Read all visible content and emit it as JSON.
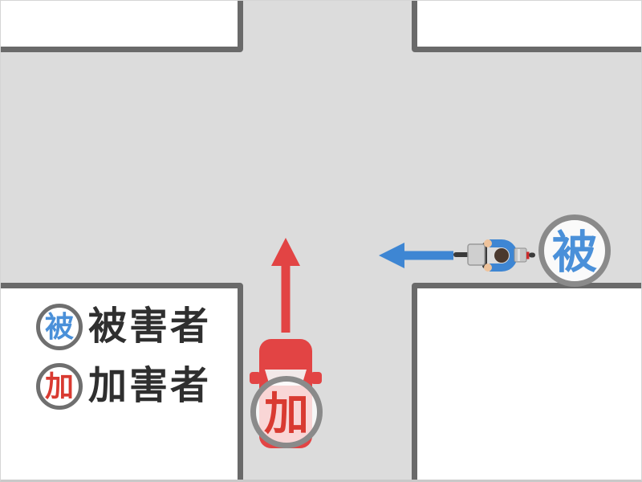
{
  "scene": {
    "victim_badge": "被",
    "perpetrator_badge": "加",
    "victim_vehicle": "bicycle",
    "perpetrator_vehicle": "car",
    "victim_direction": "left",
    "perpetrator_direction": "up"
  },
  "legend": {
    "items": [
      {
        "symbol": "被",
        "label": "被害者",
        "color_name": "blue"
      },
      {
        "symbol": "加",
        "label": "加害者",
        "color_name": "red"
      }
    ]
  },
  "colors": {
    "road": "#dcdcdc",
    "building_fill": "#ffffff",
    "building_border": "#6a6a6a",
    "victim_blue": "#3e86d3",
    "victim_badge_blue": "#4a90d9",
    "perpetrator_red": "#e24444",
    "perpetrator_badge_red": "#d93a31",
    "badge_ring": "#8a8a8a",
    "legend_ring": "#6f6f6f",
    "legend_text": "#2f2f2f"
  }
}
